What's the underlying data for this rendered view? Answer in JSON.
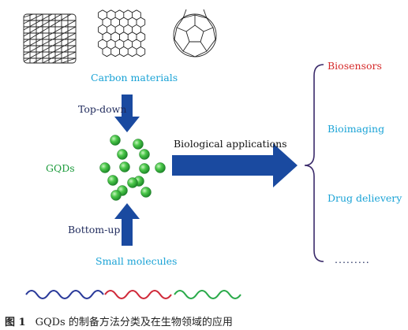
{
  "sources": {
    "carbon_label": "Carbon materials",
    "small_label": "Small molecules"
  },
  "methods": {
    "top_down": "Top-down",
    "bottom_up": "Bottom-up"
  },
  "center": {
    "gqds": "GQDs"
  },
  "applications": {
    "arrow_label": "Biological applications",
    "items": [
      "Biosensors",
      "Bioimaging",
      "Drug delievery",
      "........."
    ]
  },
  "caption": {
    "figure_no": "图 1",
    "text": "GQDs 的制备方法分类及在生物领域的应用"
  },
  "colors": {
    "cyan": "#1aa3d6",
    "navy": "#1f2a5c",
    "green": "#1a9a3a",
    "red": "#d52a2a",
    "arrow_blue": "#1a4aa0"
  },
  "icons": {
    "nanotube": "carbon-nanotube-icon",
    "graphene": "graphene-sheet-icon",
    "fullerene": "fullerene-icon",
    "waves": [
      "blue-wave-icon",
      "red-wave-icon",
      "green-wave-icon"
    ]
  }
}
